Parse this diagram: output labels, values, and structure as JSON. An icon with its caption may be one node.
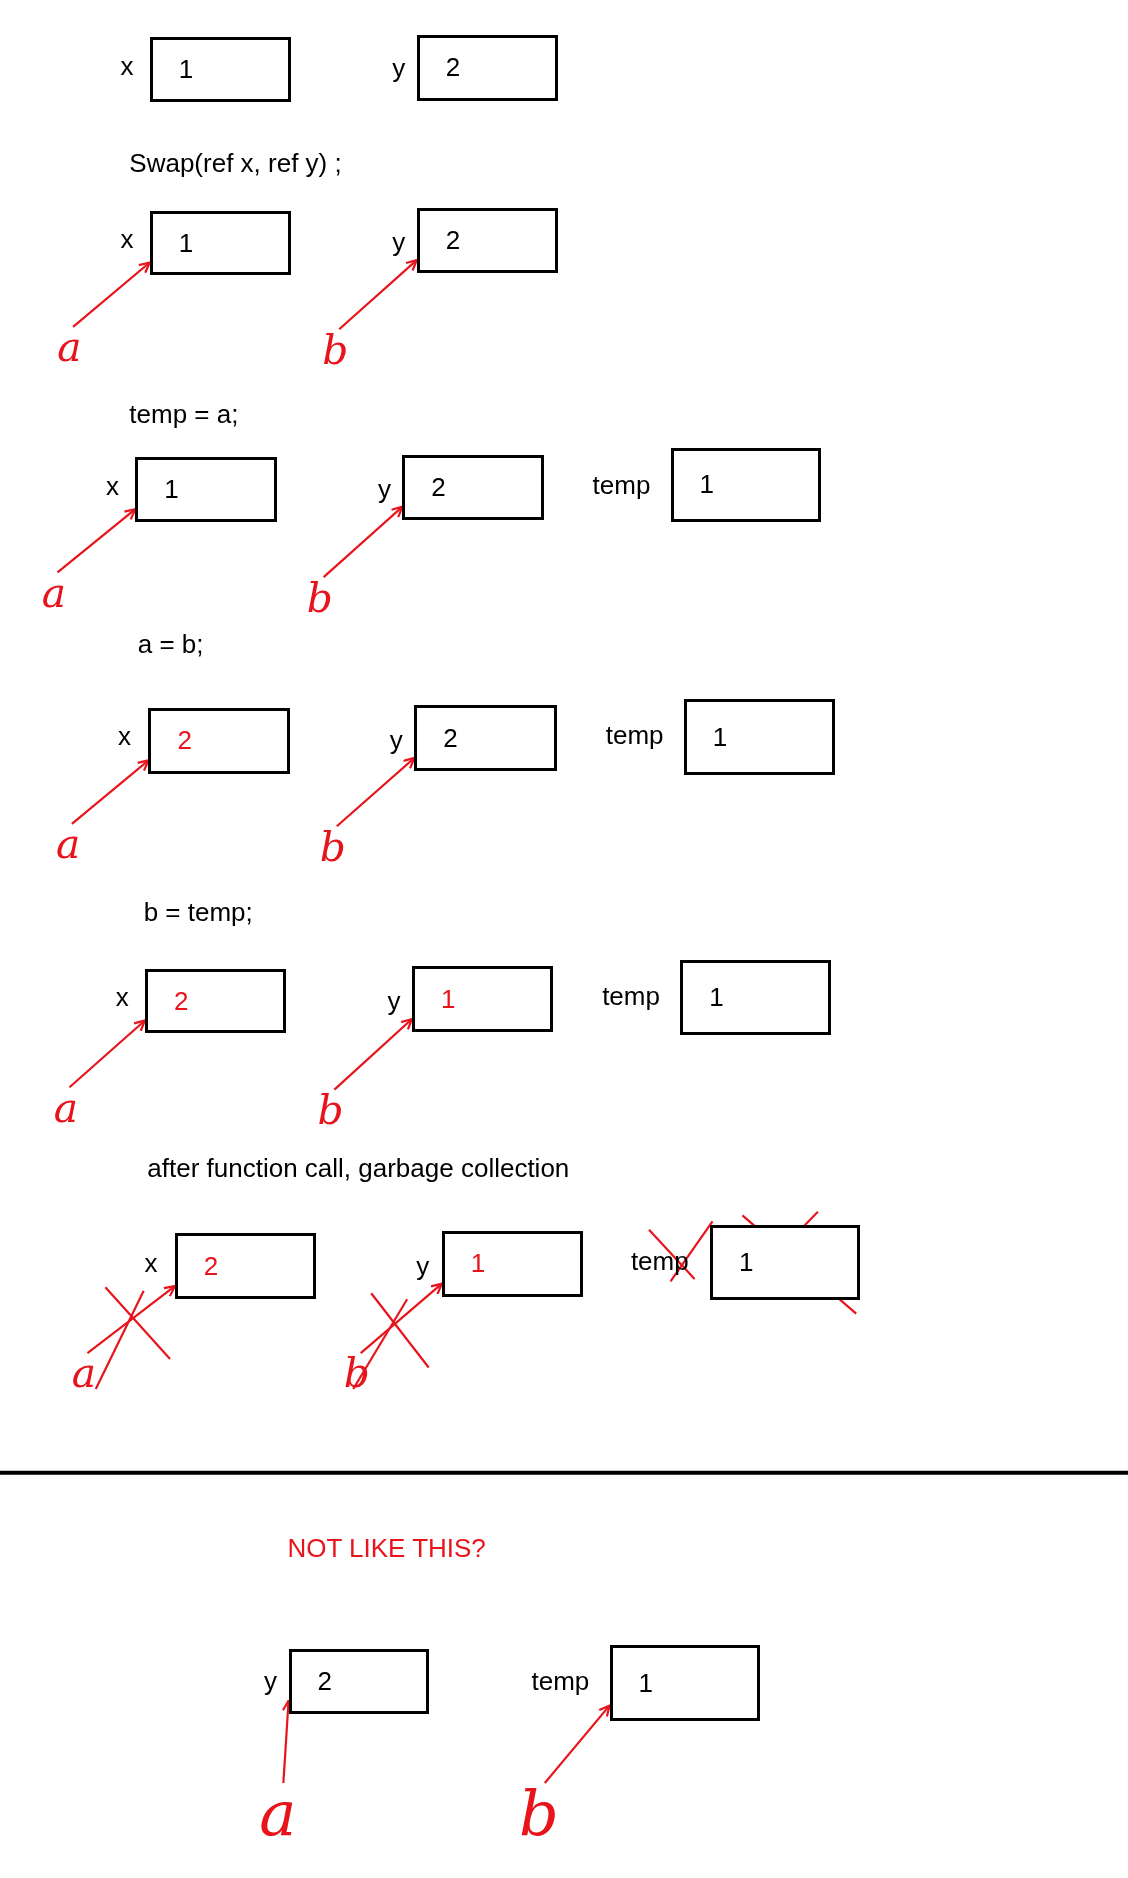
{
  "diagram": {
    "nodes": [
      {
        "text": [
          "1"
        ],
        "beside": [
          "x"
        ]
      },
      {
        "text": [
          "2"
        ],
        "beside": [
          "y"
        ]
      },
      {
        "text": [
          "1"
        ],
        "beside": [
          "x"
        ]
      },
      {
        "text": [
          "2"
        ],
        "beside": [
          "y"
        ]
      },
      {
        "text": [
          "a"
        ]
      },
      {
        "text": [
          "b"
        ]
      },
      {
        "text": [
          "1"
        ],
        "beside": [
          "x"
        ]
      },
      {
        "text": [
          "2"
        ],
        "beside": [
          "y"
        ]
      },
      {
        "text": [
          "1"
        ],
        "beside": [
          "temp"
        ]
      },
      {
        "text": [
          "a"
        ]
      },
      {
        "text": [
          "b"
        ]
      },
      {
        "text": [
          "2"
        ],
        "beside": [
          "x"
        ]
      },
      {
        "text": [
          "2"
        ],
        "beside": [
          "y"
        ]
      },
      {
        "text": [
          "1"
        ],
        "beside": [
          "temp"
        ]
      },
      {
        "text": [
          "a"
        ]
      },
      {
        "text": [
          "b"
        ]
      },
      {
        "text": [
          "2"
        ],
        "beside": [
          "x"
        ]
      },
      {
        "text": [
          "1"
        ],
        "beside": [
          "y"
        ]
      },
      {
        "text": [
          "1"
        ],
        "beside": [
          "temp"
        ]
      },
      {
        "text": [
          "a"
        ]
      },
      {
        "text": [
          "b"
        ]
      },
      {
        "text": [
          "2"
        ],
        "beside": [
          "x"
        ]
      },
      {
        "text": [
          "1"
        ],
        "beside": [
          "y"
        ]
      },
      {
        "text": [
          "1"
        ],
        "beside": [
          "temp"
        ]
      },
      {
        "text": [
          "a"
        ]
      },
      {
        "text": [
          "b"
        ]
      },
      {
        "text": [
          "2"
        ],
        "beside": [
          "y"
        ]
      },
      {
        "text": [
          "1"
        ],
        "beside": [
          "temp"
        ]
      },
      {
        "text": [
          "a"
        ]
      },
      {
        "text": [
          "b"
        ]
      }
    ],
    "edges": [
      {
        "from": 4,
        "to": 2,
        "arrow": "to"
      },
      {
        "from": 5,
        "to": 3,
        "arrow": "to"
      },
      {
        "from": 9,
        "to": 6,
        "arrow": "to"
      },
      {
        "from": 10,
        "to": 7,
        "arrow": "to"
      },
      {
        "from": 14,
        "to": 11,
        "arrow": "to"
      },
      {
        "from": 15,
        "to": 12,
        "arrow": "to"
      },
      {
        "from": 19,
        "to": 16,
        "arrow": "to"
      },
      {
        "from": 20,
        "to": 17,
        "arrow": "to"
      },
      {
        "from": 24,
        "to": 21,
        "arrow": "to"
      },
      {
        "from": 25,
        "to": 22,
        "arrow": "to"
      },
      {
        "from": 28,
        "to": 26,
        "arrow": "to"
      },
      {
        "from": 29,
        "to": 27,
        "arrow": "to"
      }
    ],
    "labels": [
      "Swap(ref x, ref y) ;",
      "temp = a;",
      "a = b;",
      "b = temp;",
      "after function call, garbage collection",
      "NOT LIKE THIS?"
    ]
  }
}
